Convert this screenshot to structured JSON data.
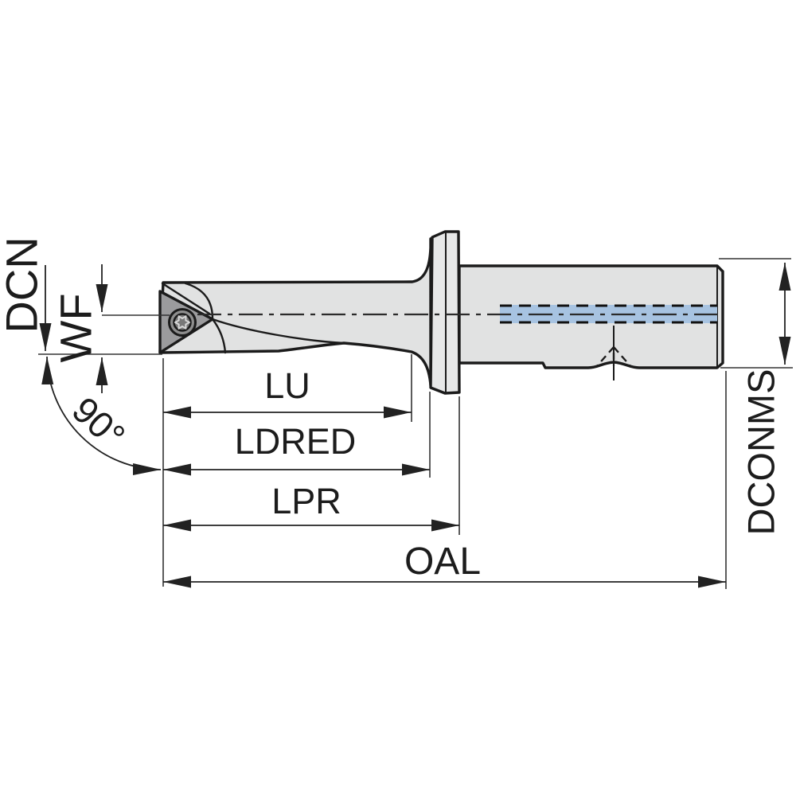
{
  "diagram": {
    "labels": {
      "dcn": "DCN",
      "wf": "WF",
      "angle": "90°",
      "lu": "LU",
      "ldred": "LDRED",
      "lpr": "LPR",
      "oal": "OAL",
      "dconms": "DCONMS"
    },
    "colors": {
      "background": "#ffffff",
      "body_fill": "#e1e2e2",
      "collar_fill": "#e7e8e8",
      "insert_fill": "#9b9b9d",
      "screw_fill": "#8e8e8e",
      "screw_inner_fill": "#787878",
      "screw_star": "#d8d8d8",
      "coolant_band": "#a7c3e1",
      "line": "#1b1b1b"
    }
  }
}
